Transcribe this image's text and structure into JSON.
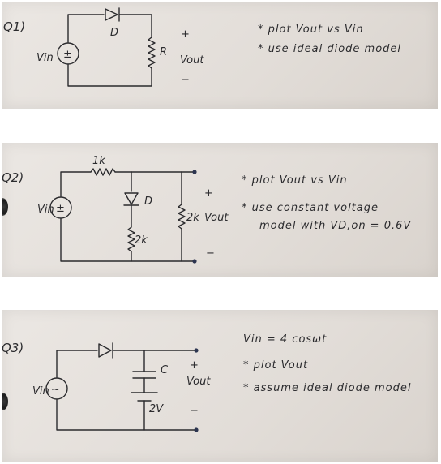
{
  "q1": {
    "number": "Q1)",
    "source": "Vin",
    "source_symbol": "±",
    "diode": "D",
    "resistor": "R",
    "plus": "+",
    "minus": "−",
    "output": "Vout",
    "notes": [
      "* plot   Vout  vs  Vin",
      "* use  ideal  diode model"
    ]
  },
  "q2": {
    "number": "Q2)",
    "source": "Vin",
    "source_symbol": "±",
    "series_resistor": "1k",
    "diode": "D",
    "lower_resistor": "2k",
    "load_resistor": "2k",
    "output": "Vout",
    "plus": "+",
    "minus": "−",
    "notes": [
      "* plot    Vout  vs  Vin",
      "* use  constant  voltage",
      "model  with  VD,on = 0.6V"
    ]
  },
  "q3": {
    "number": "Q3)",
    "source": "Vin",
    "source_symbol": "~",
    "capacitor": "C",
    "battery": "2V",
    "output": "Vout",
    "plus": "+",
    "minus": "−",
    "notes": [
      "Vin = 4  cosωt",
      "* plot  Vout",
      "* assume  ideal  diode model"
    ]
  }
}
